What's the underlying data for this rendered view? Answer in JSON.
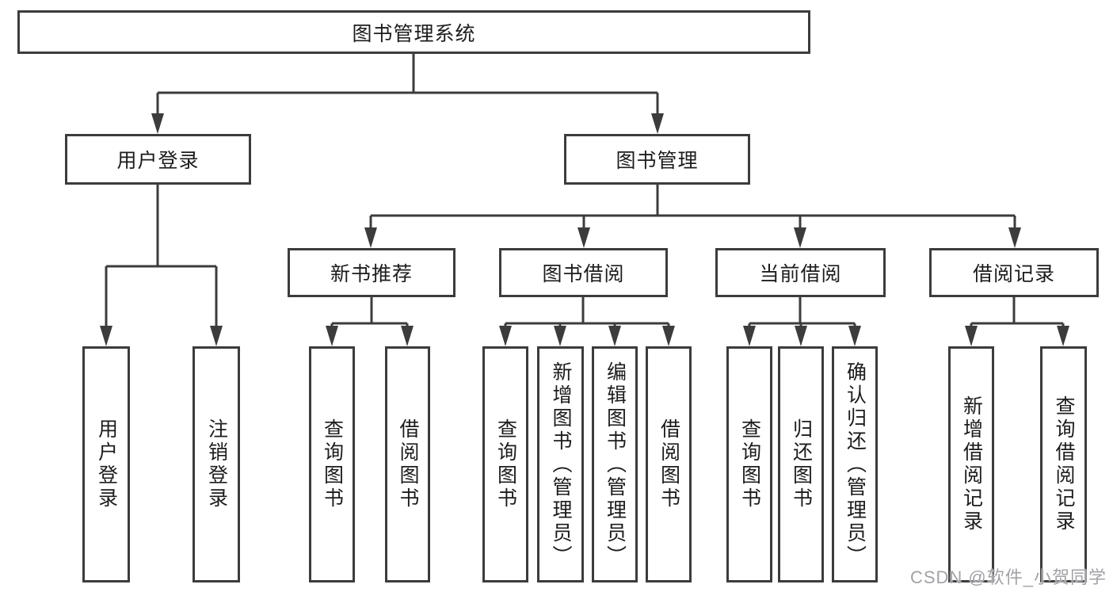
{
  "tree": {
    "label": "图书管理系统",
    "children": [
      {
        "label": "用户登录",
        "children": [
          {
            "label": "用户登录"
          },
          {
            "label": "注销登录"
          }
        ]
      },
      {
        "label": "图书管理",
        "children": [
          {
            "label": "新书推荐",
            "children": [
              {
                "label": "查询图书"
              },
              {
                "label": "借阅图书"
              }
            ]
          },
          {
            "label": "图书借阅",
            "children": [
              {
                "label": "查询图书"
              },
              {
                "label": "新增图书（管理员）"
              },
              {
                "label": "编辑图书（管理员）"
              },
              {
                "label": "借阅图书"
              }
            ]
          },
          {
            "label": "当前借阅",
            "children": [
              {
                "label": "查询图书"
              },
              {
                "label": "归还图书"
              },
              {
                "label": "确认归还（管理员）"
              }
            ]
          },
          {
            "label": "借阅记录",
            "children": [
              {
                "label": "新增借阅记录"
              },
              {
                "label": "查询借阅记录"
              }
            ]
          }
        ]
      }
    ]
  },
  "watermark": "CSDN @软件_小贺同学",
  "colors": {
    "line": "#3c3c3c",
    "text": "#1c1c1e",
    "background": "#ffffff",
    "watermark": "#a2a2a7"
  }
}
